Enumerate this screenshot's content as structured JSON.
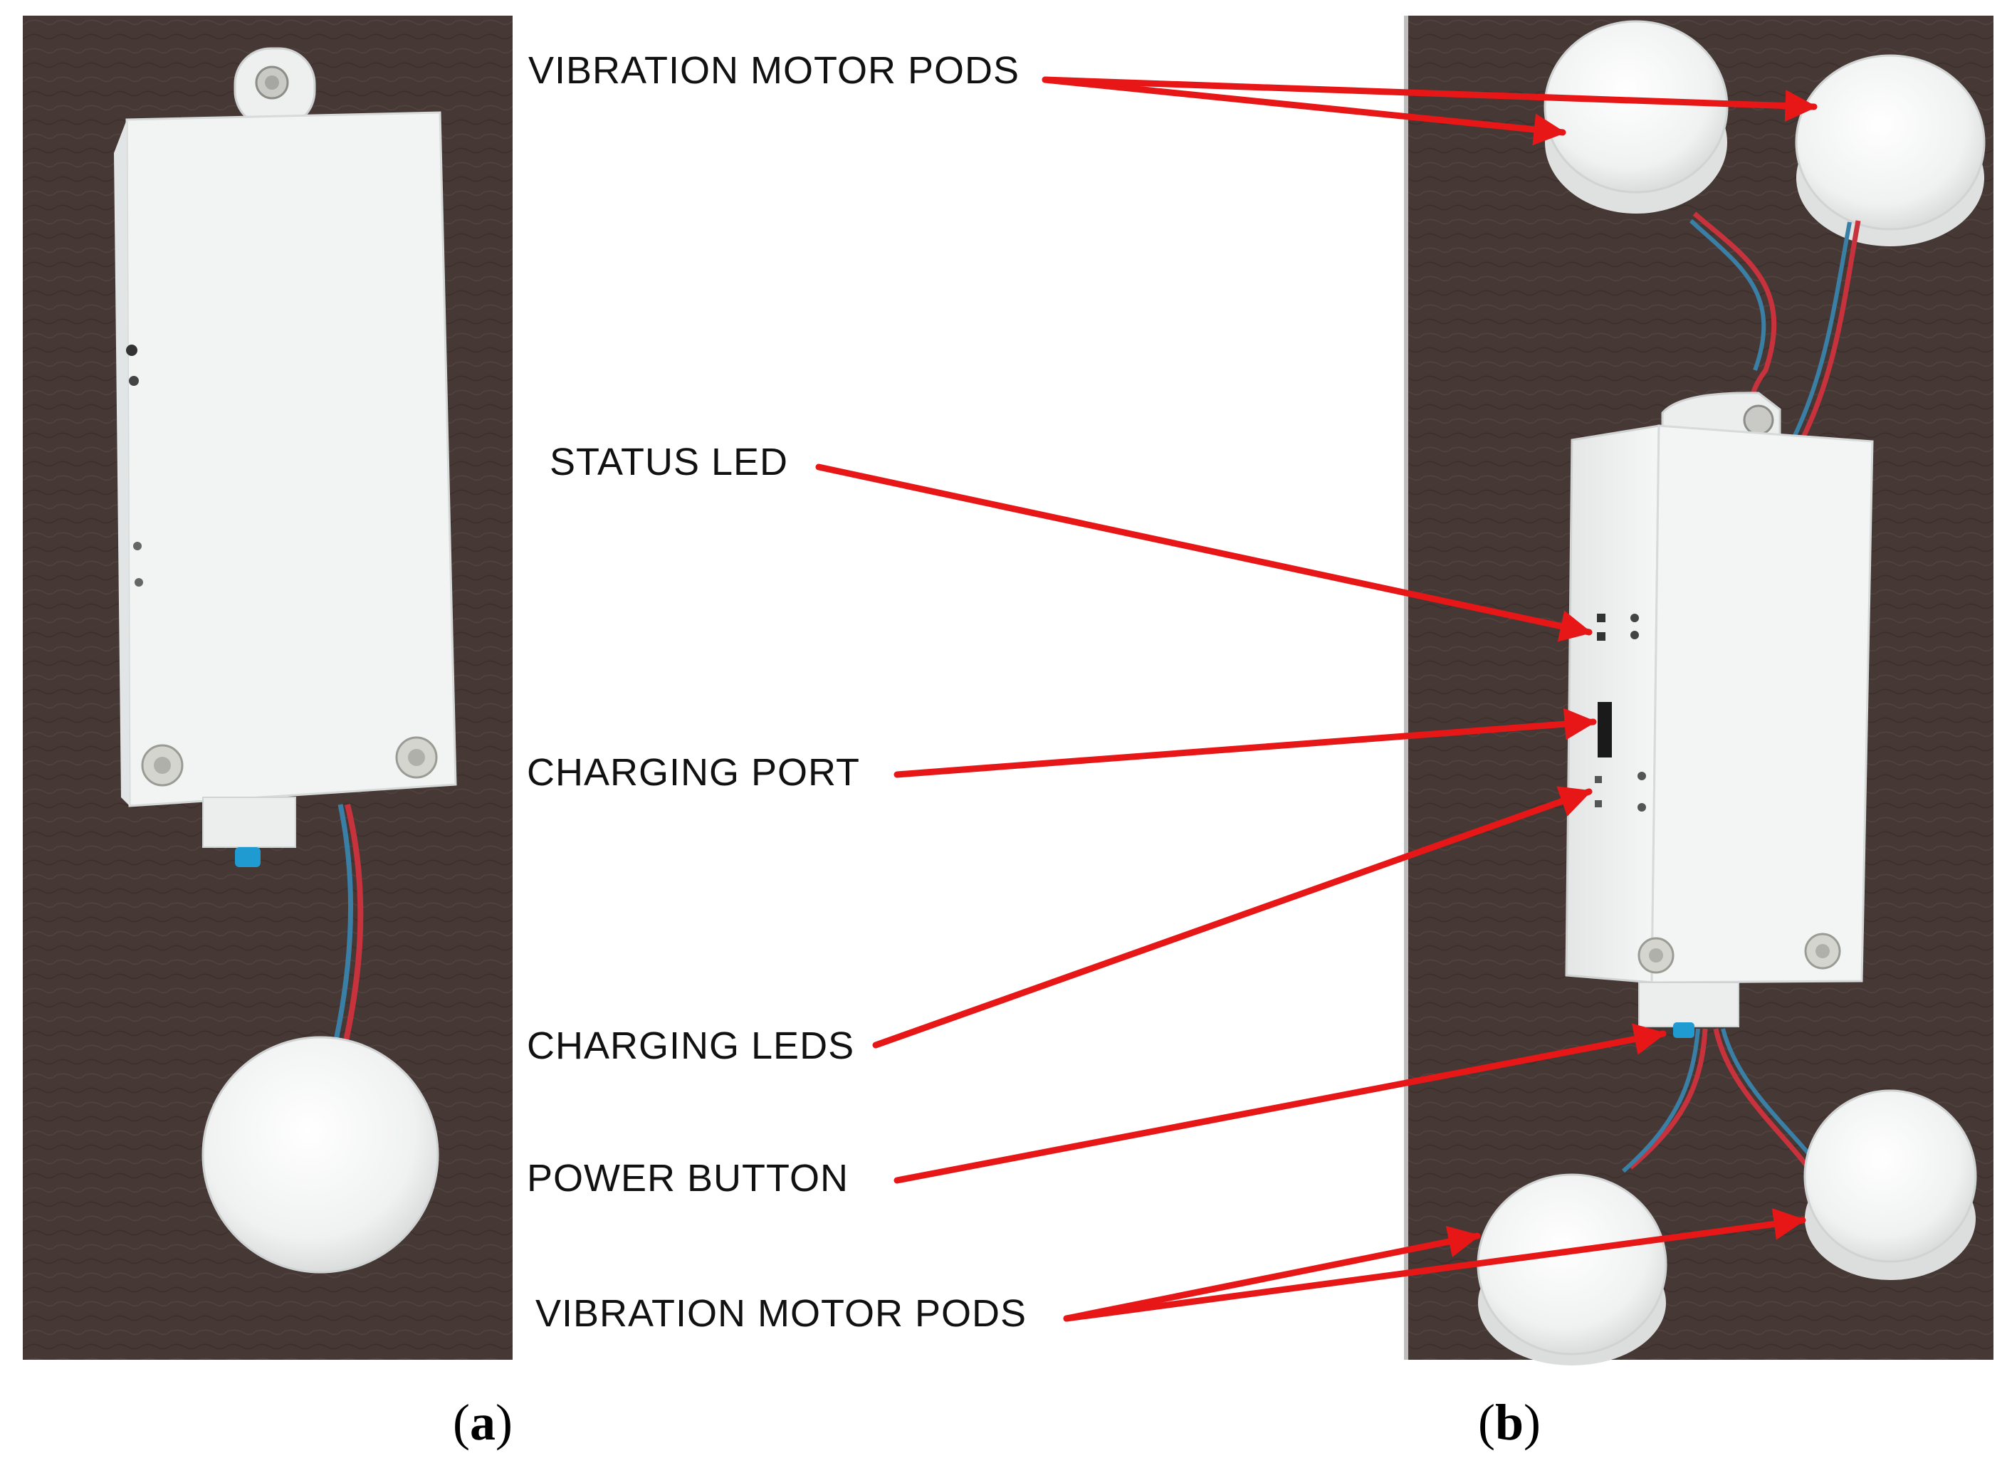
{
  "figure": {
    "panel_a": {
      "caption_open": "(",
      "caption_letter": "a",
      "caption_close": ")"
    },
    "panel_b": {
      "caption_open": "(",
      "caption_letter": "b",
      "caption_close": ")"
    }
  },
  "callouts": {
    "vibration_top": "VIBRATION MOTOR PODS",
    "status_led": "STATUS LED",
    "charging_port": "CHARGING PORT",
    "charging_leds": "CHARGING LEDS",
    "power_button": "POWER BUTTON",
    "vibration_bottom": "VIBRATION MOTOR PODS"
  },
  "colors": {
    "background_leather": "#463834",
    "device_plastic": "#f2f3f3",
    "arrow": "#e81717",
    "wire_red": "#c8323c",
    "wire_blue": "#3a7fa6",
    "button_blue": "#1f9bd1"
  }
}
